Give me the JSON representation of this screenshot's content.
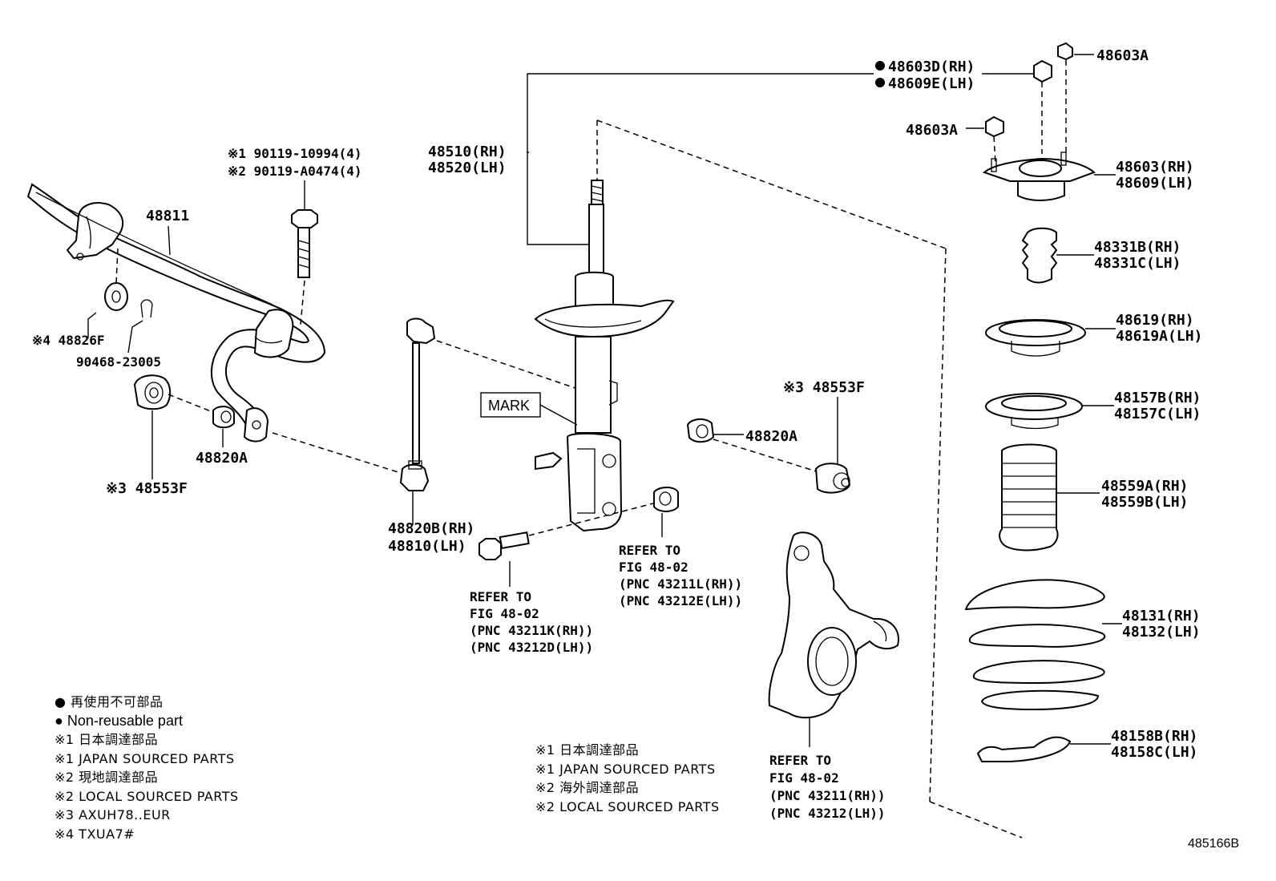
{
  "parts": {
    "p48811": "48811",
    "p90119a": "※1 90119-10994(4)",
    "p90119b": "※2 90119-A0474(4)",
    "p48826f": "※4 48826F",
    "p90468": "90468-23005",
    "p48553f_l": "※3 48553F",
    "p48820a_l": "48820A",
    "p48820b": "48820B(RH)",
    "p48810": "48810(LH)",
    "p48510": "48510(RH)",
    "p48520": "48520(LH)",
    "mark": "MARK",
    "p48603d": "48603D(RH)",
    "p48609e": "48609E(LH)",
    "p48603a_top": "48603A",
    "p48603a_mid": "48603A",
    "p48603": "48603(RH)",
    "p48609": "48609(LH)",
    "p48331b": "48331B(RH)",
    "p48331c": "48331C(LH)",
    "p48619": "48619(RH)",
    "p48619a": "48619A(LH)",
    "p48157b": "48157B(RH)",
    "p48157c": "48157C(LH)",
    "p48559a": "48559A(RH)",
    "p48559b": "48559B(LH)",
    "p48131": "48131(RH)",
    "p48132": "48132(LH)",
    "p48158b": "48158B(RH)",
    "p48158c": "48158C(LH)",
    "p48553f_r": "※3 48553F",
    "p48820a_r": "48820A"
  },
  "refers": {
    "bolt": [
      "REFER TO",
      "FIG 48-02",
      "(PNC 43211K(RH))",
      "(PNC 43212D(LH))"
    ],
    "bush": [
      "REFER TO",
      "FIG 48-02",
      "(PNC 43211L(RH))",
      "(PNC 43212E(LH))"
    ],
    "knuckle": [
      "REFER TO",
      "FIG 48-02",
      "(PNC 43211(RH))",
      "(PNC 43212(LH))"
    ]
  },
  "legend_left": [
    "● 再使用不可部品",
    "● Non-reusable part",
    "※1 日本調達部品",
    "※1 JAPAN SOURCED PARTS",
    "※2 現地調達部品",
    "※2 LOCAL SOURCED PARTS",
    "※3 AXUH78..EUR",
    "※4 TXUA7#"
  ],
  "legend_mid": [
    "※1 日本調達部品",
    "※1 JAPAN SOURCED PARTS",
    "※2 海外調達部品",
    "※2 LOCAL SOURCED PARTS"
  ],
  "diagram_id": "485166B"
}
